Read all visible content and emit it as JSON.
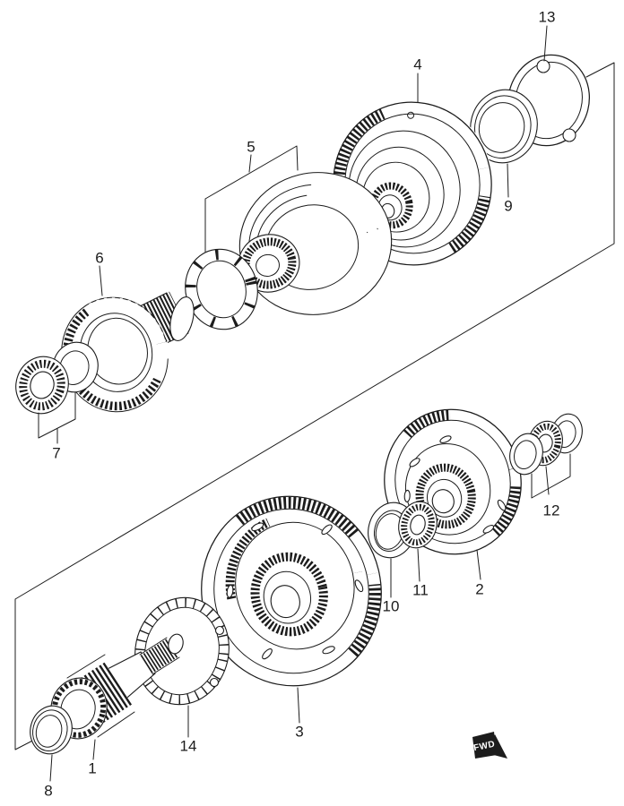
{
  "diagram": {
    "kind": "exploded-parts-diagram",
    "background_color": "#ffffff",
    "line_color": "#1c1c1c",
    "fwd_label": "FWD",
    "callouts": [
      {
        "label": "1"
      },
      {
        "label": "2"
      },
      {
        "label": "3"
      },
      {
        "label": "4"
      },
      {
        "label": "5"
      },
      {
        "label": "6"
      },
      {
        "label": "7"
      },
      {
        "label": "8"
      },
      {
        "label": "9"
      },
      {
        "label": "10"
      },
      {
        "label": "11"
      },
      {
        "label": "12"
      },
      {
        "label": "13"
      },
      {
        "label": "14"
      }
    ]
  }
}
